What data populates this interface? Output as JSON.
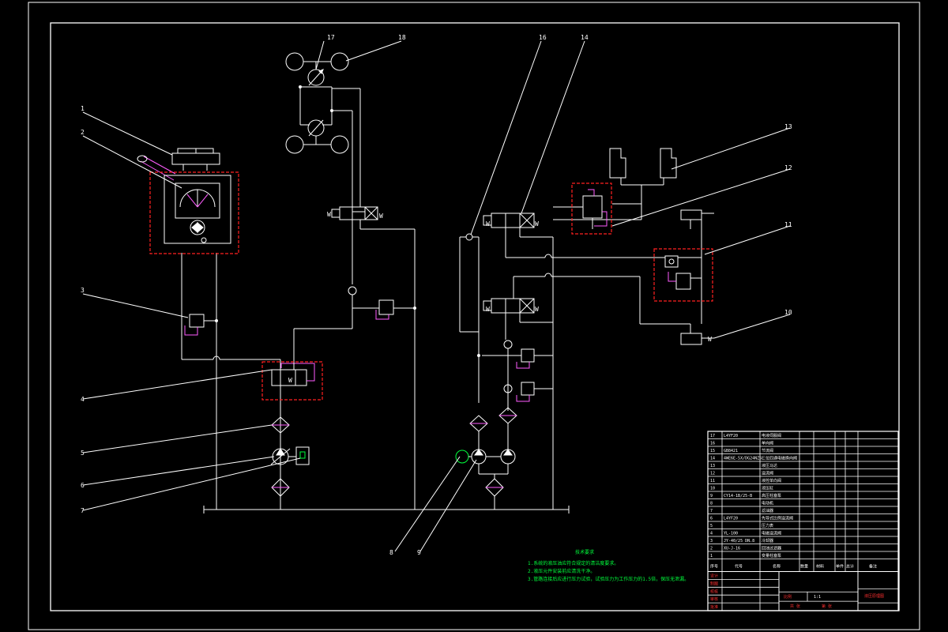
{
  "drawing": {
    "callouts": [
      "1",
      "2",
      "3",
      "4",
      "5",
      "6",
      "7",
      "8",
      "9",
      "10",
      "11",
      "12",
      "13",
      "14",
      "16",
      "17",
      "18"
    ],
    "tech_title": "技术要求",
    "tech_notes": [
      "1.系统的液压油应符合规定的清洁度要求。",
      "2.液压元件安装前应清洗干净。",
      "3.管路连接后应进行压力试验，试验压力为工作压力的1.5倍，保压无泄漏。"
    ],
    "parts_rows": [
      {
        "no": "17",
        "code": "L4YF20",
        "name": "电液伺服阀"
      },
      {
        "no": "16",
        "code": "",
        "name": "单向阀"
      },
      {
        "no": "15",
        "code": "GB8421",
        "name": "节流阀"
      },
      {
        "no": "14",
        "code": "4WE6E-5X/DG24NZ5L",
        "name": "三位四通电磁换向阀"
      },
      {
        "no": "13",
        "code": "",
        "name": "液压马达"
      },
      {
        "no": "12",
        "code": "",
        "name": "溢流阀"
      },
      {
        "no": "11",
        "code": "",
        "name": "液控单向阀"
      },
      {
        "no": "10",
        "code": "",
        "name": "液压缸"
      },
      {
        "no": "9",
        "code": "CY14-1B/25-B",
        "name": "高压柱塞泵"
      },
      {
        "no": "8",
        "code": "",
        "name": "电动机"
      },
      {
        "no": "7",
        "code": "",
        "name": "滤油器"
      },
      {
        "no": "6",
        "code": "L4YF20",
        "name": "先导式比例溢流阀"
      },
      {
        "no": "5",
        "code": "",
        "name": "压力表"
      },
      {
        "no": "4",
        "code": "YL-100",
        "name": "电磁溢流阀"
      },
      {
        "no": "3",
        "code": "JY-40/25 DN.8",
        "name": "冷却器"
      },
      {
        "no": "2",
        "code": "XU-J-16",
        "name": "回油过滤器"
      },
      {
        "no": "1",
        "code": "",
        "name": "变量柱塞泵"
      }
    ],
    "table_headers": [
      "序号",
      "代号",
      "名称",
      "数量",
      "材料",
      "单件",
      "总计",
      "备注"
    ],
    "title_rows": [
      "设计",
      "制图",
      "校核",
      "审核",
      "批准"
    ],
    "title_misc": [
      "比例",
      "1:1",
      "共 张",
      "第 张"
    ],
    "drawing_name": "液压原理图",
    "spring_label": "W"
  }
}
